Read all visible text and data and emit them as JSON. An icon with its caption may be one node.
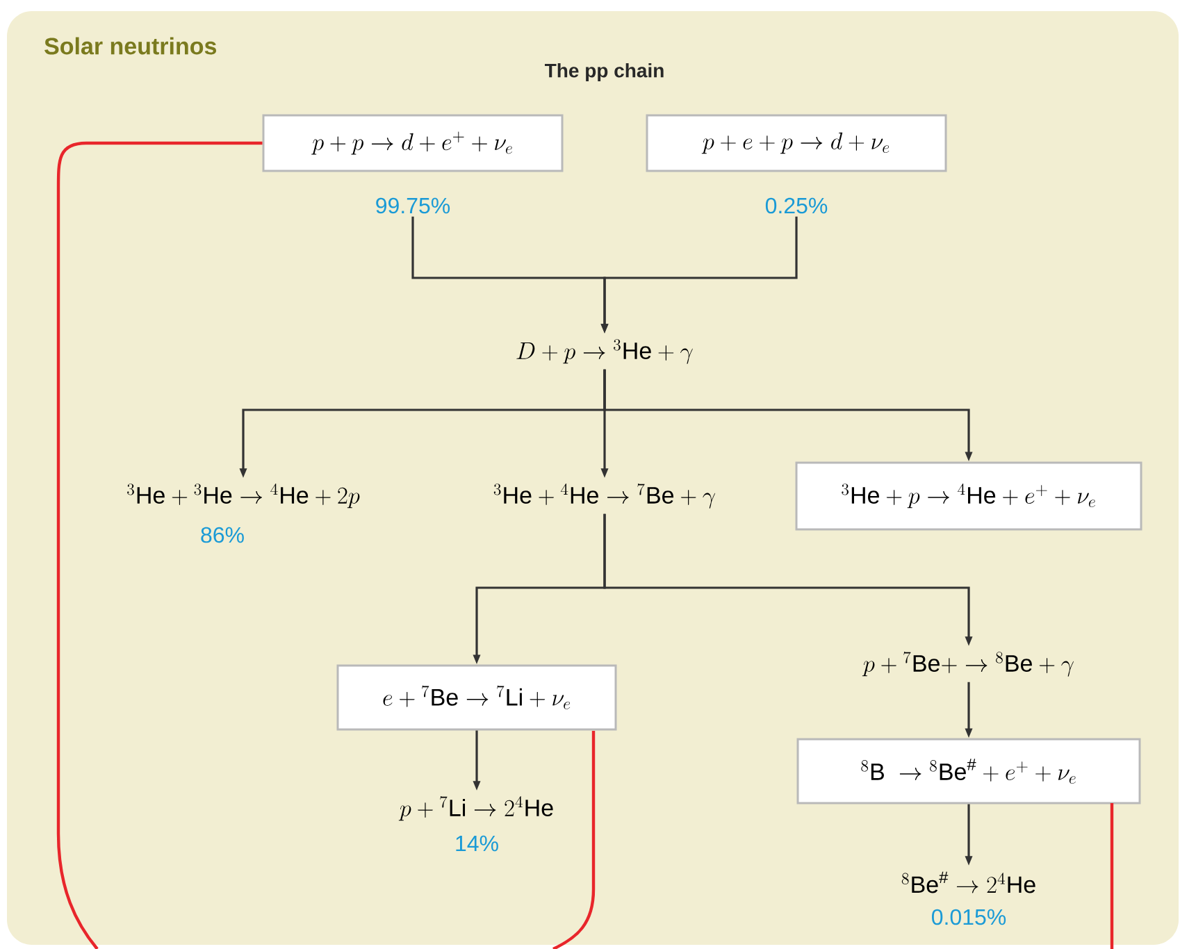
{
  "diagram": {
    "title": "Solar neutrinos",
    "nodes": [
      {
        "text": [
          "p+p\\rightarrow d+e^{+}+\\nu_{e}"
        ],
        "beside": [
          "99.75%"
        ]
      },
      {
        "text": [
          "p+e+p\\rightarrow d+\\nu_{e}"
        ],
        "beside": [
          "0.25%"
        ]
      },
      {
        "text": [
          "D+p\\rightarrow {}^{3}\\mathrm{He}+\\gamma"
        ]
      },
      {
        "text": [
          "{}^{3}\\mathrm{He}+{}^{3}\\mathrm{He}\\rightarrow {}^{4}\\mathrm{He}+2p"
        ],
        "beside": [
          "86%"
        ]
      },
      {
        "text": [
          "{}^{3}\\mathrm{He}+{}^{4}\\mathrm{He}\\rightarrow {}^{7}\\mathrm{Be}+\\gamma"
        ]
      },
      {
        "text": [
          "{}^{3}\\mathrm{He}+p\\rightarrow {}^{4}\\mathrm{He}+e^{+}+\\nu_{e}"
        ]
      },
      {
        "text": [
          "e+{}^{7}\\mathrm{Be}\\rightarrow {}^{7}\\mathrm{Li}+\\nu_{e}"
        ]
      },
      {
        "text": [
          "p+{}^{7}\\mathrm{Be}+\\rightarrow {}^{8}\\mathrm{Be}+\\gamma"
        ]
      },
      {
        "text": [
          "{}^{8}\\mathrm{B}\\;\\rightarrow {}^{8}\\mathrm{Be}^{\\#}+e^{+}+\\nu_{e}"
        ]
      },
      {
        "text": [
          "p+{}^{7}\\mathrm{Li}\\rightarrow 2{}^{4}\\mathrm{He}"
        ],
        "beside": [
          "14%"
        ]
      },
      {
        "text": [
          "{}^{8}\\mathrm{Be}^{\\#}\\rightarrow 2{}^{4}\\mathrm{He}"
        ],
        "beside": [
          "0.015%"
        ]
      }
    ],
    "edges": [
      {
        "from": 0,
        "to": 2,
        "arrow": "to"
      },
      {
        "from": 1,
        "to": 2,
        "arrow": "to"
      },
      {
        "from": 2,
        "to": 3,
        "arrow": "to"
      },
      {
        "from": 2,
        "to": 4,
        "arrow": "to"
      },
      {
        "from": 2,
        "to": 5,
        "arrow": "to"
      },
      {
        "from": 4,
        "to": 6,
        "arrow": "to"
      },
      {
        "from": 4,
        "to": 7,
        "arrow": "to"
      },
      {
        "from": 6,
        "to": 9,
        "arrow": "to"
      },
      {
        "from": 7,
        "to": 8,
        "arrow": "to"
      },
      {
        "from": 8,
        "to": 10,
        "arrow": "to"
      },
      {
        "from": 0,
        "to": null,
        "arrow": "none",
        "color": "#e8262b"
      },
      {
        "from": 6,
        "to": null,
        "arrow": "none",
        "color": "#e8262b"
      },
      {
        "from": 8,
        "to": null,
        "arrow": "none",
        "color": "#e8262b"
      }
    ],
    "labels": [
      "The pp chain"
    ]
  }
}
